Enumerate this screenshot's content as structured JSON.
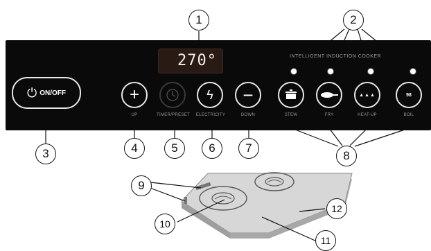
{
  "display": {
    "temperature": "270°"
  },
  "brand_text": "INTELLIGENT INDUCTION COOKER",
  "onoff_label": "ON/OFF",
  "controls": [
    {
      "label": "UP",
      "symbol": "+"
    },
    {
      "label": "TIMER/PRESET",
      "symbol": ""
    },
    {
      "label": "ELECTRICITY",
      "symbol": "ϟ"
    },
    {
      "label": "DOWN",
      "symbol": "−"
    }
  ],
  "modes": [
    {
      "label": "STEW"
    },
    {
      "label": "FRY"
    },
    {
      "label": "HEAT-UP",
      "symbol": "▲▲▲"
    },
    {
      "label": "BOIL",
      "symbol": "98"
    }
  ],
  "callouts": [
    "1",
    "2",
    "3",
    "4",
    "5",
    "6",
    "7",
    "8",
    "9",
    "10",
    "11",
    "12"
  ]
}
